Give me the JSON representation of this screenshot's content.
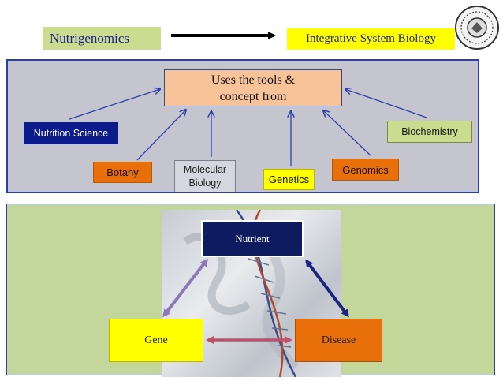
{
  "header": {
    "left_label": "Nutrigenomics",
    "right_label": "Integrative System Biology"
  },
  "top_panel": {
    "center_label_line1": "Uses the tools &",
    "center_label_line2": "concept from",
    "sources": {
      "nutrition_science": "Nutrition Science",
      "botany": "Botany",
      "molecular_biology_line1": "Molecular",
      "molecular_biology_line2": "Biology",
      "genetics": "Genetics",
      "genomics": "Genomics",
      "biochemistry": "Biochemistry"
    }
  },
  "bottom_panel": {
    "nutrient": "Nutrient",
    "gene": "Gene",
    "disease": "Disease"
  },
  "colors": {
    "arrow_blue": "#2d3fa7",
    "gene_nutrient_arrow": "#8a78b8",
    "gene_disease_arrow": "#c0506a",
    "nutrient_disease_arrow": "#1a237e"
  }
}
